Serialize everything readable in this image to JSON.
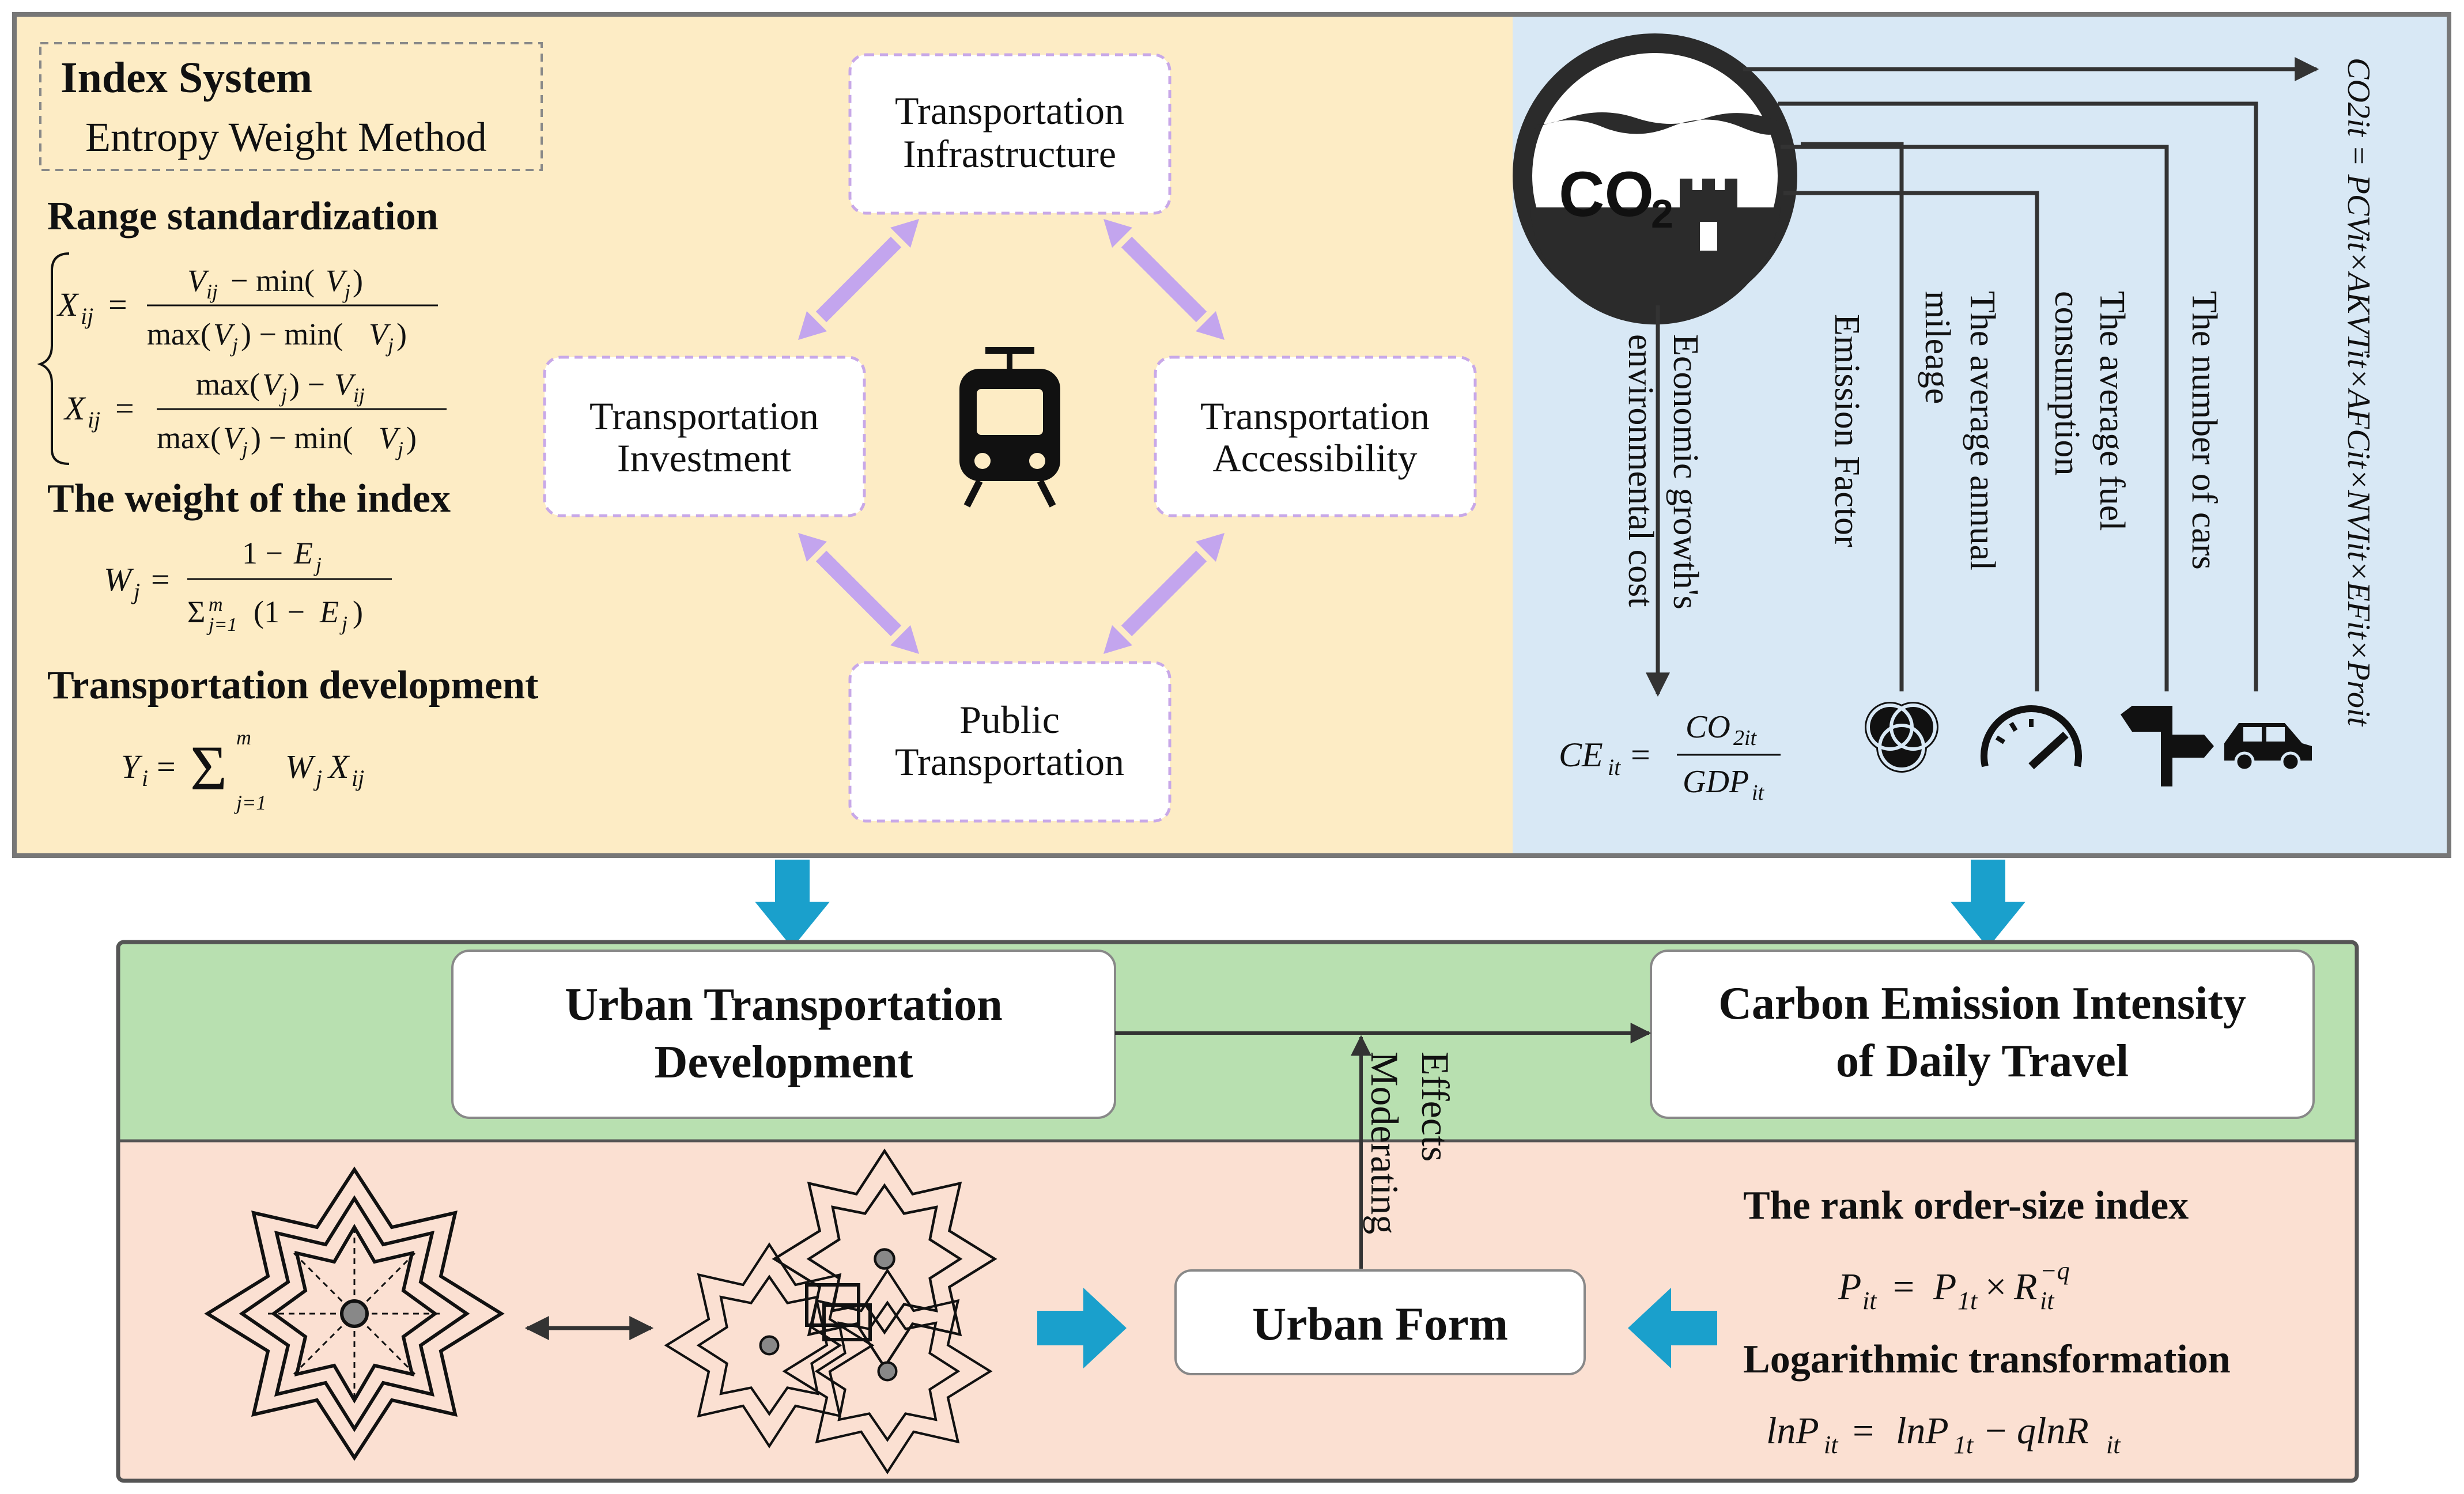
{
  "index_system": {
    "title": "Index System",
    "subtitle": "Entropy Weight Method",
    "range_title": "Range standardization",
    "weight_title": "The weight of the index",
    "development_title": "Transportation development",
    "formula_x_pos_lhs": "X",
    "formula_x_pos_num": "V − min(V)",
    "formula_x_pos_den": "max(V) − min(V)",
    "formula_x_neg_num": "max(V) − V",
    "formula_x_neg_den": "max(V) − min(V)",
    "formula_w_num": "1 − E",
    "formula_w_den": "Σ(1 − E)",
    "formula_y": "Y = Σ W X"
  },
  "transport_nodes": {
    "infrastructure": [
      "Transportation",
      "Infrastructure"
    ],
    "investment": [
      "Transportation",
      "Investment"
    ],
    "accessibility": [
      "Transportation",
      "Accessibility"
    ],
    "public": [
      "Public",
      "Transportation"
    ]
  },
  "co2_panel": {
    "co2_label": "CO",
    "co2_sub": "2",
    "main_formula": "CO2it = PCVit×AKVTit×AFCit×NVIit×EFit×Proit",
    "labels": {
      "economic": "Economic growth's environmental cost",
      "emission_factor": "Emission Factor",
      "annual_mileage": "The average annual mileage",
      "fuel": "The average fuel consumption",
      "cars": "The number of cars"
    },
    "ce_formula_lhs": "CEit =",
    "ce_formula_num": "CO2it",
    "ce_formula_den": "GDPit"
  },
  "middle": {
    "left_box": [
      "Urban Transportation",
      "Development"
    ],
    "right_box": [
      "Carbon Emission Intensity",
      "of Daily Travel"
    ],
    "moderating": [
      "Moderating",
      "Effects"
    ]
  },
  "bottom": {
    "urban_form": "Urban Form",
    "rank_title": "The rank order-size index",
    "rank_formula": "Pit = P1t×Rit−q",
    "log_title": "Logarithmic transformation",
    "log_formula": "lnPit = lnP1t − qlnRit"
  },
  "colors": {
    "panel_yellow": "#fdecc5",
    "panel_blue": "#d8e8f5",
    "band_green": "#b8e0b0",
    "band_peach": "#fbe0d2",
    "arrow_purple": "#c3a5ee",
    "arrow_cyan": "#1aa0cc",
    "dash_purple": "#c8a8e8"
  }
}
